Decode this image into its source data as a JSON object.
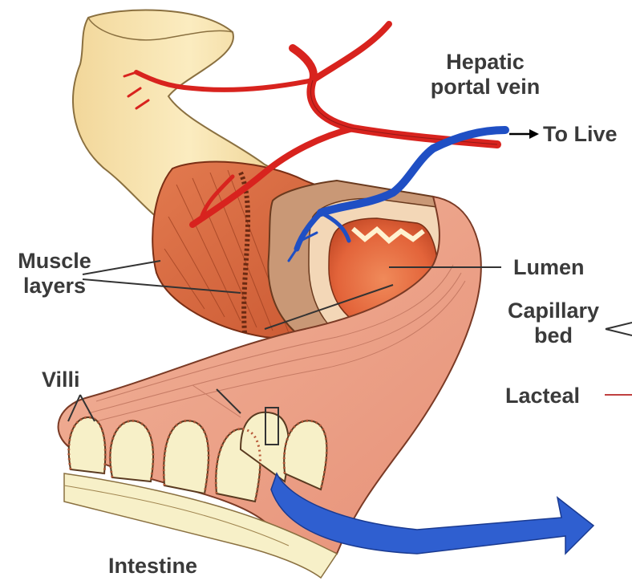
{
  "labels": {
    "hepatic_portal_vein": [
      "Hepatic",
      "portal vein"
    ],
    "to_liver": "To Live",
    "muscle_layers": [
      "Muscle",
      "layers"
    ],
    "lumen": "Lumen",
    "capillary_bed": [
      "Capillary",
      "bed"
    ],
    "villi": "Villi",
    "lacteal": "Lacteal",
    "intestine": "Intestine"
  },
  "colors": {
    "artery_red": "#d8231e",
    "vein_blue": "#1f4fc4",
    "arrow_blue": "#2f5fd0",
    "intestine_outer": "#f7e4ad",
    "muscle_orange": "#d9643c",
    "mucosa_pink": "#eda88c",
    "villus_base": "#f7f0c8",
    "label_text": "#3a3a3a"
  }
}
